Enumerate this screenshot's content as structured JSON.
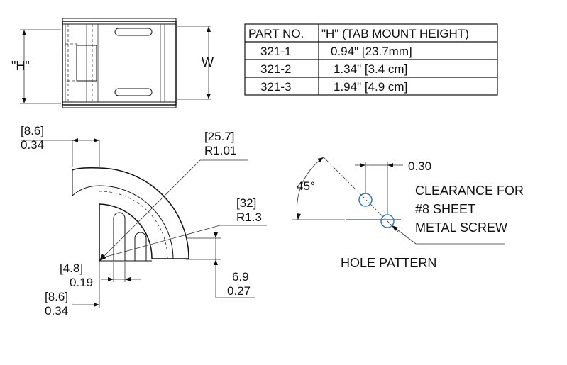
{
  "top_view": {
    "h_label": "\"H\"",
    "w_label": "W"
  },
  "table": {
    "headers": [
      "PART NO.",
      "\"H\" (TAB MOUNT HEIGHT)"
    ],
    "rows": [
      [
        "321-1",
        "0.94\" [23.7mm]"
      ],
      [
        "321-2",
        "1.34\" [3.4 cm]"
      ],
      [
        "321-3",
        "1.94\" [4.9 cm]"
      ]
    ]
  },
  "side_view": {
    "dim_top_mm": "[8.6]",
    "dim_top_in": "0.34",
    "dim_radius_outer_mm": "[25.7]",
    "dim_radius_outer_in": "R1.01",
    "dim_radius_inner_mm": "[32]",
    "dim_radius_inner_in": "R1.3",
    "dim_slot_mm": "[4.8]",
    "dim_slot_in": "0.19",
    "dim_bottom_mm": "[8.6]",
    "dim_bottom_in": "0.34",
    "dim_height_mm": "6.9",
    "dim_height_in": "0.27"
  },
  "hole_pattern": {
    "angle_label": "45°",
    "offset_label": "0.30",
    "clearance_line1": "CLEARANCE FOR",
    "clearance_line2": "#8 SHEET",
    "clearance_line3": "METAL SCREW",
    "caption": "HOLE PATTERN"
  }
}
